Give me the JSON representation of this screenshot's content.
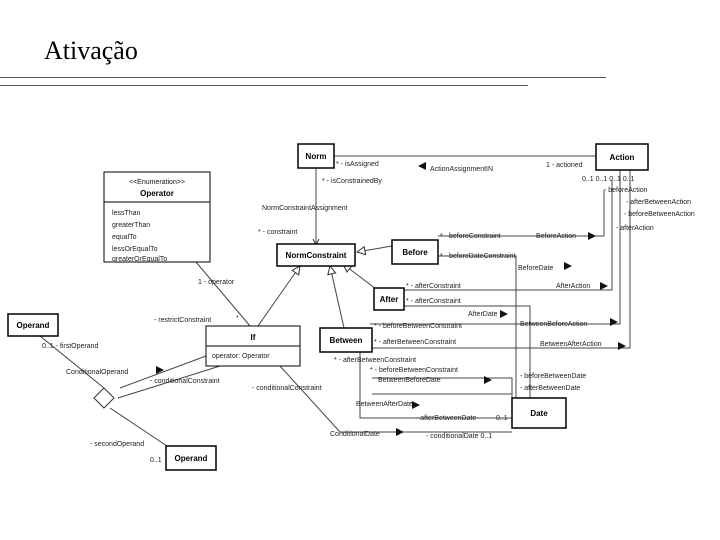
{
  "slide": {
    "title": "Ativação"
  },
  "classes": {
    "norm": "Norm",
    "action": "Action",
    "operator_stereotype": "<<Enumeration>>",
    "operator": "Operator",
    "operator_literals": [
      "lessThan",
      "greaterThan",
      "equalTo",
      "lessOrEqualTo",
      "greaterOrEqualTo"
    ],
    "norm_constraint": "NormConstraint",
    "before": "Before",
    "after": "After",
    "between": "Between",
    "if": "If",
    "if_attribute": "operator: Operator",
    "operand_top": "Operand",
    "operand_bottom": "Operand",
    "date": "Date"
  },
  "labels": {
    "is_assigned": "* - isAssigned",
    "is_constrained_by": "* - isConstrainedBy",
    "action_assignment": "ActionAssignmentIN",
    "one_to_actioned": "1 - actioned",
    "action_mult": "0..1 0..1 0..1 0..1",
    "before_action_role": "- beforeAction",
    "after_between_action_role": "- afterBetweenAction",
    "before_between_action_role": "- beforeBetweenAction",
    "after_action_role": "- afterAction",
    "norm_constraint_assignment": "NormConstraintAssignment",
    "constraint_role": "* - constraint",
    "before_constraint_role": "* - beforeConstraint",
    "before_action_assoc": "BeforeAction",
    "before_date_constraint_role": "* - beforeDateConstraint",
    "before_date_assoc": "BeforeDate",
    "after_constraint_role": "* - afterConstraint",
    "after_action_assoc": "AfterAction",
    "after_constraint_role2": "* - afterConstraint",
    "after_date_assoc": "AfterDate",
    "before_between_constraint_role": "* - beforeBetweenConstraint",
    "between_before_action_assoc": "BetweenBeforeAction",
    "after_between_constraint_role": "* - afterBetweenConstraint",
    "between_after_action_assoc": "BetweenAfterAction",
    "operator_role": "1 - operator",
    "restrict_constraint_role": "- restrictConstraint",
    "restrict_mult": "*",
    "first_operand_role": "0..1 - firstOperand",
    "conditional_operand": "ConditionalOperand",
    "conditional_constraint_role": "- conditionalConstraint",
    "conditional_constraint_role2": "- conditionalConstraint",
    "after_between_constraint_role2": "* - afterBetweenConstraint",
    "before_between_constraint_role2": "* - beforeBetweenConstraint",
    "between_before_date_assoc": "BetweenBeforeDate",
    "before_between_date_role": "- beforeBetweenDate",
    "after_between_date_role": "- afterBetweenDate",
    "between_after_date_assoc": "BetweenAfterDate",
    "after_between_date_role2": "- afterBetweenDate",
    "mult_01_a": "0..1",
    "conditional_date_assoc": "ConditionalDate",
    "conditional_date_role": "- conditionalDate 0..1",
    "second_operand_role": "- secondOperand",
    "mult_01_b": "0..1"
  }
}
